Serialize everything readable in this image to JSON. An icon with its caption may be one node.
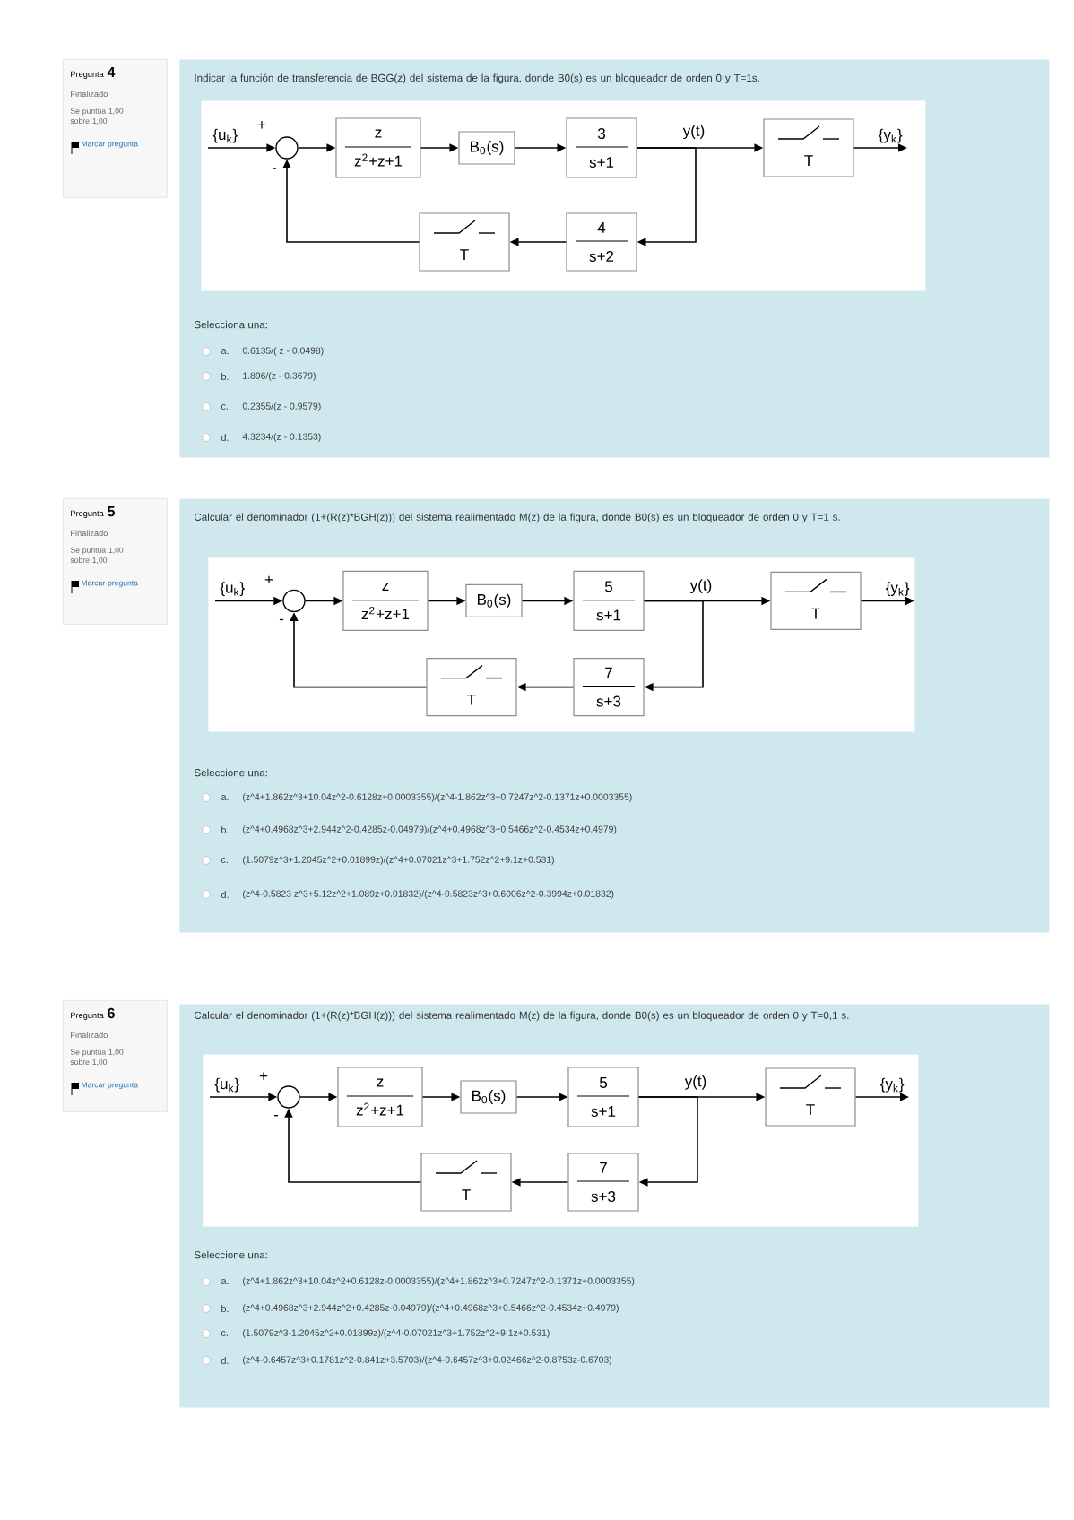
{
  "diagram": {
    "nodes": [
      {
        "text": [
          "Pregunta",
          "4",
          "Finalizado",
          "Se puntúa 1,00 sobre 1,00",
          "Marcar pregunta"
        ]
      },
      {
        "text": [
          "Indicar la función de transferencia de BGG(z) del sistema de la figura, donde B0(s) es un bloqueador de orden 0 y T=1s.",
          "Selecciona una:"
        ]
      },
      {
        "text": [],
        "shape": "box",
        "in": 1
      },
      {
        "text": [
          "{u$_{k}$}"
        ],
        "in": 2
      },
      {
        "text": [],
        "shape": "circle",
        "in": 2
      },
      {
        "text": [
          "z",
          "z$^{2}$+z+1"
        ],
        "in": 2
      },
      {
        "text": [
          "B$_{0}$(s)"
        ],
        "in": 2
      },
      {
        "text": [
          "3",
          "s+1"
        ],
        "in": 2
      },
      {
        "text": [
          "T"
        ],
        "in": 2
      },
      {
        "text": [
          "{y$_{k}$}"
        ],
        "in": 2
      },
      {
        "text": [
          "4",
          "s+2"
        ],
        "in": 2
      },
      {
        "text": [
          "T"
        ],
        "in": 2
      },
      {
        "text": [
          "Pregunta",
          "5",
          "Finalizado",
          "Se puntúa 1,00 sobre 1,00",
          "Marcar pregunta"
        ]
      },
      {
        "text": [
          "Calcular el denominador (1+(R(z)*BGH(z))) del sistema realimentado M(z) de la figura, donde B0(s) es un bloqueador de orden 0 y T=1 s.",
          "Seleccione una:"
        ]
      },
      {
        "text": [],
        "shape": "box",
        "in": 13
      },
      {
        "text": [
          "{u$_{k}$}"
        ],
        "in": 14
      },
      {
        "text": [],
        "shape": "circle",
        "in": 14
      },
      {
        "text": [
          "z",
          "z$^{2}$+z+1"
        ],
        "in": 14
      },
      {
        "text": [
          "B$_{0}$(s)"
        ],
        "in": 14
      },
      {
        "text": [
          "5",
          "s+1"
        ],
        "in": 14
      },
      {
        "text": [
          "T"
        ],
        "in": 14
      },
      {
        "text": [
          "{y$_{k}$}"
        ],
        "in": 14
      },
      {
        "text": [
          "7",
          "s+3"
        ],
        "in": 14
      },
      {
        "text": [
          "T"
        ],
        "in": 14
      },
      {
        "text": [
          "Pregunta",
          "6",
          "Finalizado",
          "Se puntúa 1,00 sobre 1,00",
          "Marcar pregunta"
        ]
      },
      {
        "text": [
          "Calcular el denominador (1+(R(z)*BGH(z))) del sistema realimentado M(z) de la figura, donde B0(s) es un bloqueador de orden 0 y T=0,1 s.",
          "Seleccione una:"
        ]
      },
      {
        "text": [],
        "shape": "box",
        "in": 25
      },
      {
        "text": [
          "{u$_{k}$}"
        ],
        "in": 26
      },
      {
        "text": [],
        "shape": "circle",
        "in": 26
      },
      {
        "text": [
          "z",
          "z$^{2}$+z+1"
        ],
        "in": 26
      },
      {
        "text": [
          "B$_{0}$(s)"
        ],
        "in": 26
      },
      {
        "text": [
          "5",
          "s+1"
        ],
        "in": 26
      },
      {
        "text": [
          "T"
        ],
        "in": 26
      },
      {
        "text": [
          "{y$_{k}$}"
        ],
        "in": 26
      },
      {
        "text": [
          "7",
          "s+3"
        ],
        "in": 26
      },
      {
        "text": [
          "T"
        ],
        "in": 26
      }
    ],
    "edges": [
      {
        "from": 3,
        "to": 4,
        "arrow": "to"
      },
      {
        "from": 4,
        "to": 5,
        "arrow": "to"
      },
      {
        "from": 5,
        "to": 6,
        "arrow": "to"
      },
      {
        "from": 6,
        "to": 7,
        "arrow": "to"
      },
      {
        "from": 7,
        "to": 8,
        "arrow": "to"
      },
      {
        "from": 8,
        "to": 9,
        "arrow": "to"
      },
      {
        "from": 7,
        "to": 10,
        "arrow": "to"
      },
      {
        "from": 10,
        "to": 11,
        "arrow": "to"
      },
      {
        "from": 11,
        "to": 4,
        "arrow": "to"
      },
      {
        "from": 15,
        "to": 16,
        "arrow": "to"
      },
      {
        "from": 16,
        "to": 17,
        "arrow": "to"
      },
      {
        "from": 17,
        "to": 18,
        "arrow": "to"
      },
      {
        "from": 18,
        "to": 19,
        "arrow": "to"
      },
      {
        "from": 19,
        "to": 20,
        "arrow": "to"
      },
      {
        "from": 20,
        "to": 21,
        "arrow": "to"
      },
      {
        "from": 19,
        "to": 22,
        "arrow": "to"
      },
      {
        "from": 22,
        "to": 23,
        "arrow": "to"
      },
      {
        "from": 23,
        "to": 16,
        "arrow": "to"
      },
      {
        "from": 27,
        "to": 28,
        "arrow": "to"
      },
      {
        "from": 28,
        "to": 29,
        "arrow": "to"
      },
      {
        "from": 29,
        "to": 30,
        "arrow": "to"
      },
      {
        "from": 30,
        "to": 31,
        "arrow": "to"
      },
      {
        "from": 31,
        "to": 32,
        "arrow": "to"
      },
      {
        "from": 32,
        "to": 33,
        "arrow": "to"
      },
      {
        "from": 31,
        "to": 34,
        "arrow": "to"
      },
      {
        "from": 34,
        "to": 35,
        "arrow": "to"
      },
      {
        "from": 35,
        "to": 28,
        "arrow": "to"
      }
    ],
    "labels": [
      "+",
      "-",
      "y(t)",
      "a.",
      "0.6135/( z - 0.0498)",
      "b.",
      "1.896/(z - 0.3679)",
      "c.",
      "0.2355/(z - 0.9579)",
      "d.",
      "4.3234/(z - 0.1353)",
      "+",
      "-",
      "y(t)",
      "a.",
      "(z^4+1.862z^3+10.04z^2-0.6128z+0.0003355)/(z^4-1.862z^3+0.7247z^2-0.1371z+0.0003355)",
      "b.",
      "(z^4+0.4968z^3+2.944z^2-0.4285z-0.04979)/(z^4+0.4968z^3+0.5466z^2-0.4534z+0.4979)",
      "c.",
      "(1.5079z^3+1.2045z^2+0.01899z)/(z^4+0.07021z^3+1.752z^2+9.1z+0.531)",
      "d.",
      "(z^4-0.5823 z^3+5.12z^2+1.089z+0.01832)/(z^4-0.5823z^3+0.6006z^2-0.3994z+0.01832)",
      "+",
      "-",
      "y(t)",
      "a.",
      "(z^4+1.862z^3+10.04z^2+0.6128z-0.0003355)/(z^4+1.862z^3+0.7247z^2-0.1371z+0.0003355)",
      "b.",
      "(z^4+0.4968z^3+2.944z^2+0.4285z-0.04979)/(z^4+0.4968z^3+0.5466z^2-0.4534z+0.4979)",
      "c.",
      "(1.5079z^3-1.2045z^2+0.01899z)/(z^4-0.07021z^3+1.752z^2+9.1z+0.531)",
      "d.",
      "(z^4-0.6457z^3+0.1781z^2-0.841z+3.5703)/(z^4-0.6457z^3+0.02466z^2-0.8753z-0.6703)"
    ]
  }
}
